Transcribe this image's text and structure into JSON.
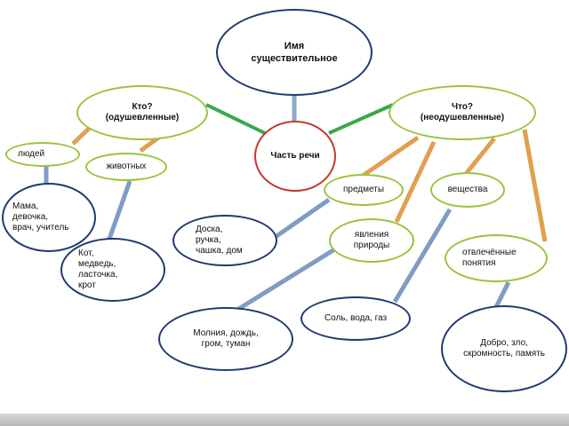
{
  "diagram": {
    "root": "Имя\nсуществительное",
    "center": "Часть речи",
    "who": "Кто?\n(одушевленные)",
    "what": "Что?\n(неодушевленные)",
    "people": "людей",
    "animals": "животных",
    "people_examples": "Мама,\nдевочка,\nврач, учитель",
    "animal_examples": "Кот,\nмедведь,\nласточка,\nкрот",
    "objects": "предметы",
    "substances": "вещества",
    "phenomena": "явления\nприроды",
    "abstract": "отвлечённые\nпонятия",
    "object_examples": "Доска,\nручка,\nчашка, дом",
    "substance_examples": "Соль, вода, газ",
    "phenomena_examples": "Молния, дождь,\nгром, туман",
    "abstract_examples": "Добро, зло,\nскромность, память"
  },
  "colors": {
    "navy": "#1f3a6e",
    "green": "#9ac43c",
    "red": "#c0392b",
    "orange_connector": "#e0a050",
    "blue_connector": "#7f9cc4",
    "green_connector": "#3aa84a"
  }
}
